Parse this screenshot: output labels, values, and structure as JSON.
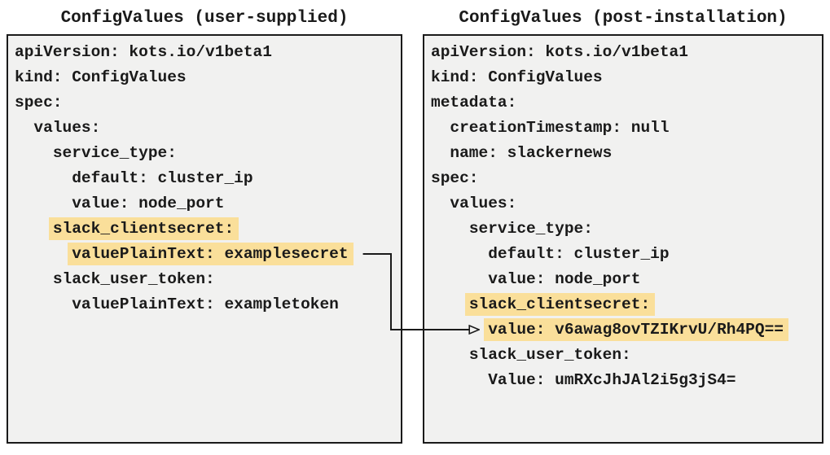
{
  "colors": {
    "panel_bg": "#f1f1f0",
    "panel_border": "#1a1a1a",
    "highlight": "#fadf9a",
    "text": "#1a1a1a",
    "arrow": "#1a1a1a"
  },
  "left_panel": {
    "title": "ConfigValues (user-supplied)",
    "lines": [
      {
        "indent": 0,
        "text": "apiVersion: kots.io/v1beta1",
        "highlight": false
      },
      {
        "indent": 0,
        "text": "kind: ConfigValues",
        "highlight": false
      },
      {
        "indent": 0,
        "text": "spec:",
        "highlight": false
      },
      {
        "indent": 2,
        "text": "values:",
        "highlight": false
      },
      {
        "indent": 4,
        "text": "service_type:",
        "highlight": false
      },
      {
        "indent": 6,
        "text": "default: cluster_ip",
        "highlight": false
      },
      {
        "indent": 6,
        "text": "value: node_port",
        "highlight": false
      },
      {
        "indent": 4,
        "text": "slack_clientsecret:",
        "highlight": true
      },
      {
        "indent": 6,
        "text": "valuePlainText: examplesecret",
        "highlight": true
      },
      {
        "indent": 4,
        "text": "slack_user_token:",
        "highlight": false
      },
      {
        "indent": 6,
        "text": "valuePlainText: exampletoken",
        "highlight": false
      }
    ]
  },
  "right_panel": {
    "title": "ConfigValues (post-installation)",
    "lines": [
      {
        "indent": 0,
        "text": "apiVersion: kots.io/v1beta1",
        "highlight": false
      },
      {
        "indent": 0,
        "text": "kind: ConfigValues",
        "highlight": false
      },
      {
        "indent": 0,
        "text": "metadata:",
        "highlight": false
      },
      {
        "indent": 2,
        "text": "creationTimestamp: null",
        "highlight": false
      },
      {
        "indent": 2,
        "text": "name: slackernews",
        "highlight": false
      },
      {
        "indent": 0,
        "text": "spec:",
        "highlight": false
      },
      {
        "indent": 2,
        "text": "values:",
        "highlight": false
      },
      {
        "indent": 4,
        "text": "service_type:",
        "highlight": false
      },
      {
        "indent": 6,
        "text": "default: cluster_ip",
        "highlight": false
      },
      {
        "indent": 6,
        "text": "value: node_port",
        "highlight": false
      },
      {
        "indent": 4,
        "text": "slack_clientsecret:",
        "highlight": true
      },
      {
        "indent": 6,
        "text": "value: v6awag8ovTZIKrvU/Rh4PQ==",
        "highlight": true
      },
      {
        "indent": 4,
        "text": "slack_user_token:",
        "highlight": false
      },
      {
        "indent": 6,
        "text": "Value: umRXcJhJAl2i5g3jS4=",
        "highlight": false
      }
    ]
  },
  "connector": {
    "from_panel": "left_panel",
    "from_line_index": 8,
    "to_panel": "right_panel",
    "to_line_index": 11
  }
}
